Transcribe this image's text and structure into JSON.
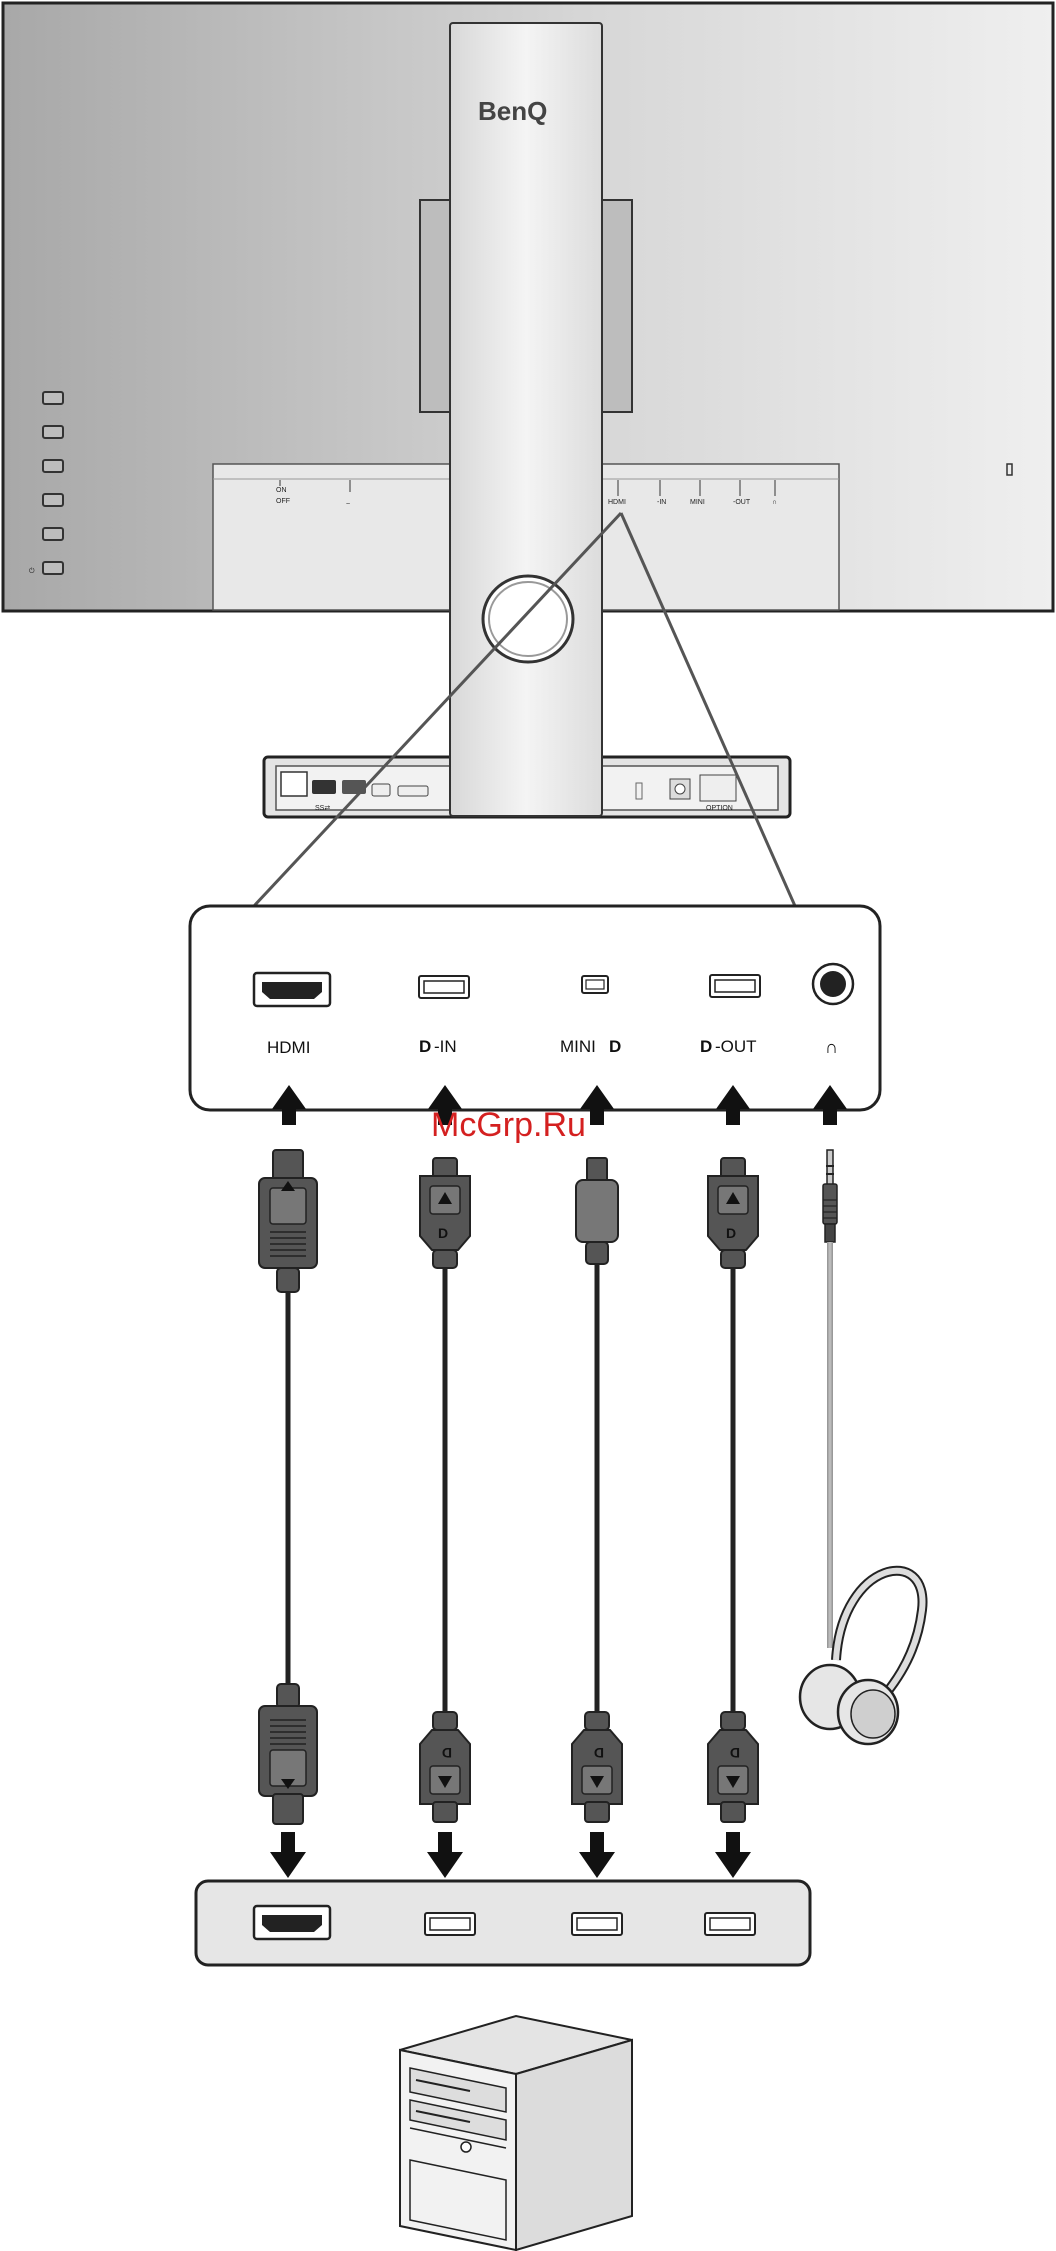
{
  "brand": "BenQ",
  "watermark": "McGrp.Ru",
  "monitor_rear_port_labels": {
    "power_switch_on": "ON",
    "power_switch_off": "OFF",
    "ac_in": "~",
    "hdmi": "HDMI",
    "dp_in": "-IN",
    "mini_dp": "MINI",
    "dp_out": "-OUT",
    "headphone": "∩"
  },
  "port_panel": {
    "hdmi_label": "HDMI",
    "dp_in_label": "-IN",
    "mini_dp_label": "MINI",
    "dp_out_label": "-OUT",
    "headphone_label": "∩"
  },
  "base_labels": {
    "usb": "SS⇄",
    "option": "OPTION"
  },
  "cables": [
    {
      "name": "hdmi-cable",
      "connector": "HDMI"
    },
    {
      "name": "dp-cable",
      "connector": "DisplayPort"
    },
    {
      "name": "mini-dp-cable",
      "connector": "Mini DisplayPort"
    },
    {
      "name": "dp-out-cable",
      "connector": "DisplayPort"
    },
    {
      "name": "headphone-cable",
      "connector": "3.5mm audio"
    }
  ],
  "colors": {
    "outline": "#222222",
    "connector": "#555555",
    "monitor_gradient_dark": "#b0b0b0",
    "monitor_gradient_light": "#ececec",
    "watermark": "#d42020"
  }
}
